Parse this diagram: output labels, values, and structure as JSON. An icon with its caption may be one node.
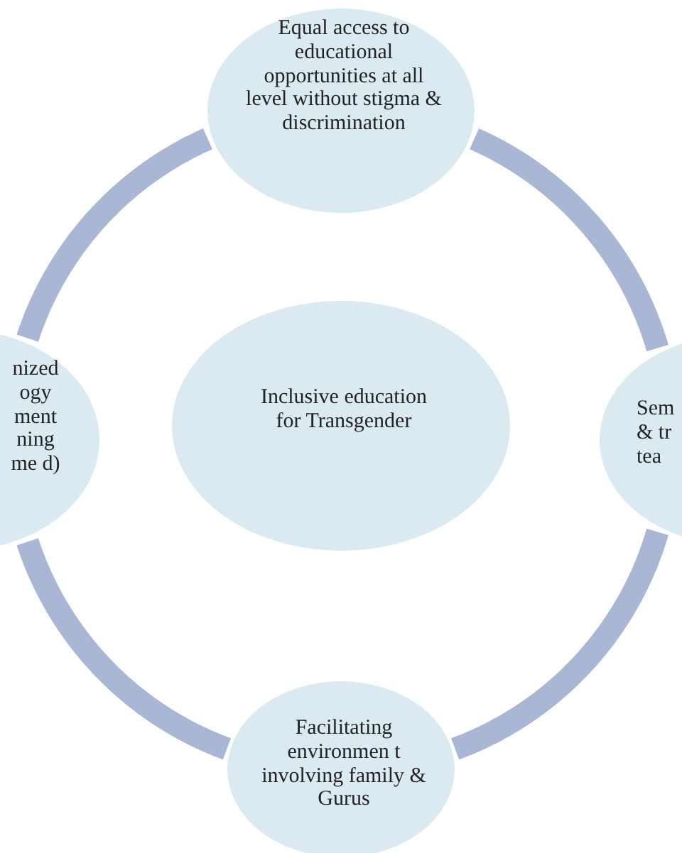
{
  "diagram": {
    "nodes": [
      {
        "text": [
          "Equal access to educational opportunities at all level without stigma & discrimination"
        ]
      },
      {
        "text": [
          "nized ogy ment ning me d)"
        ]
      },
      {
        "text": [
          "Inclusive education for Transgender"
        ]
      },
      {
        "text": [
          "Sem & tr tea"
        ]
      },
      {
        "text": [
          "Facilitating environmen t involving family & Gurus"
        ]
      }
    ],
    "edges": [
      {
        "from": 0,
        "to": 3,
        "arrow": "none"
      },
      {
        "from": 3,
        "to": 4,
        "arrow": "none"
      },
      {
        "from": 4,
        "to": 1,
        "arrow": "none"
      },
      {
        "from": 1,
        "to": 0,
        "arrow": "none"
      }
    ]
  }
}
